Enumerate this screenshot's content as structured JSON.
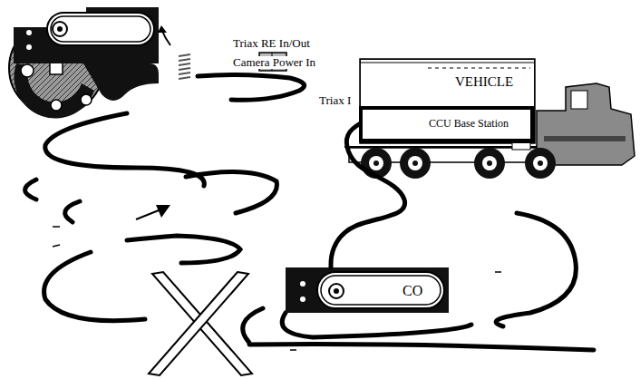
{
  "diagram": {
    "nodes": [
      {
        "text": [
          "VEHICLE"
        ]
      },
      {
        "text": [
          "CCU Base Station"
        ],
        "in": 0
      },
      {
        "text": [
          "CO"
        ]
      }
    ],
    "edges": [
      {
        "from": 1,
        "to": 2,
        "arrow": "none"
      }
    ],
    "labels": [
      "Triax RE In/Out",
      "Camera Power In",
      "Triax I"
    ]
  }
}
